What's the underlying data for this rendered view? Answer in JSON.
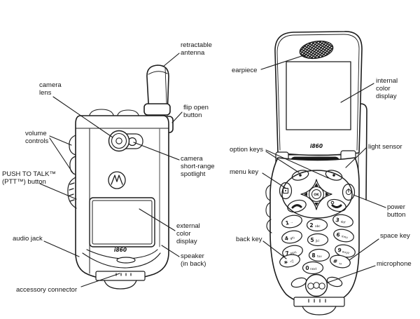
{
  "page": {
    "background": "#ffffff",
    "line_color": "#1c1c1c"
  },
  "branding": {
    "model": "i860",
    "logo": "M"
  },
  "closed_view": {
    "labels": {
      "retractable_antenna": "retractable\nantenna",
      "camera_lens": "camera\nlens",
      "flip_open_button": "flip open\nbutton",
      "volume_controls": "volume\ncontrols",
      "camera_spotlight": "camera\nshort-range\nspotlight",
      "ptt_button": "PUSH TO TALK™\n(PTT™) button",
      "external_display": "external\ncolor\ndisplay",
      "audio_jack": "audio jack",
      "speaker": "speaker\n(in back)",
      "accessory_connector": "accessory connector"
    }
  },
  "open_view": {
    "labels": {
      "earpiece": "earpiece",
      "internal_display": "internal\ncolor\ndisplay",
      "option_keys": "option keys",
      "light_sensor": "light sensor",
      "menu_key": "menu key",
      "power_button": "power\nbutton",
      "back_key": "back key",
      "space_key": "space key",
      "microphone": "microphone"
    },
    "nav": {
      "ok_label": "OK"
    },
    "keypad": {
      "keys": [
        {
          "digit": "1",
          "letters": ".,"
        },
        {
          "digit": "2",
          "letters": "abc"
        },
        {
          "digit": "3",
          "letters": "def"
        },
        {
          "digit": "4",
          "letters": "ghi"
        },
        {
          "digit": "5",
          "letters": "jkl"
        },
        {
          "digit": "6",
          "letters": "mno"
        },
        {
          "digit": "7",
          "letters": "pqrs"
        },
        {
          "digit": "8",
          "letters": "tuv"
        },
        {
          "digit": "9",
          "letters": "wxyz"
        },
        {
          "digit": "*",
          "letters": "◁"
        },
        {
          "digit": "0",
          "letters": "next"
        },
        {
          "digit": "#",
          "letters": "␣"
        }
      ]
    }
  }
}
